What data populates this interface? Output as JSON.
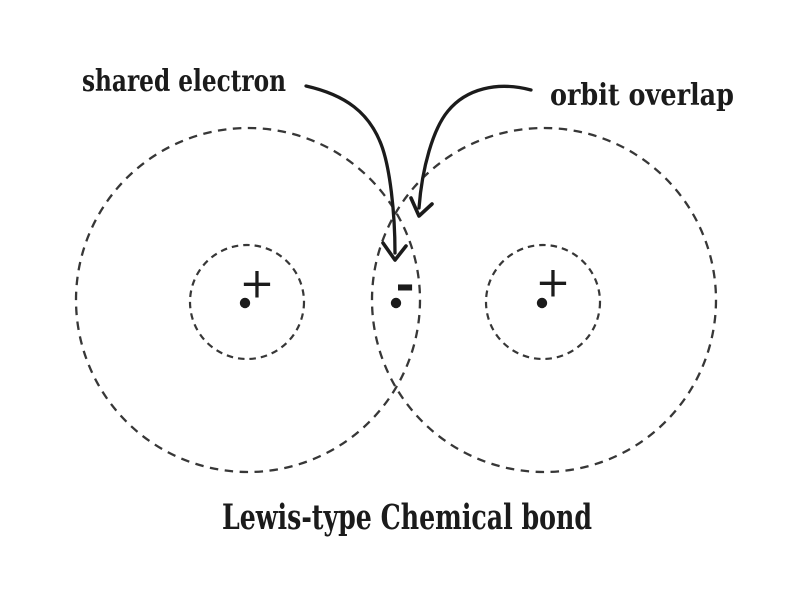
{
  "page": {
    "background": "#ffffff"
  },
  "diagram": {
    "type": "annotated-physics-diagram",
    "caption": "Lewis-type Chemical bond",
    "labels": {
      "shared_electron": "shared electron",
      "orbit_overlap": "orbit overlap"
    },
    "symbols": {
      "left_nucleus_charge": "+",
      "right_nucleus_charge": "+",
      "shared_electron_charge": "-"
    },
    "colors": {
      "ink": "#1b1b1b",
      "background": "#ffffff"
    }
  }
}
